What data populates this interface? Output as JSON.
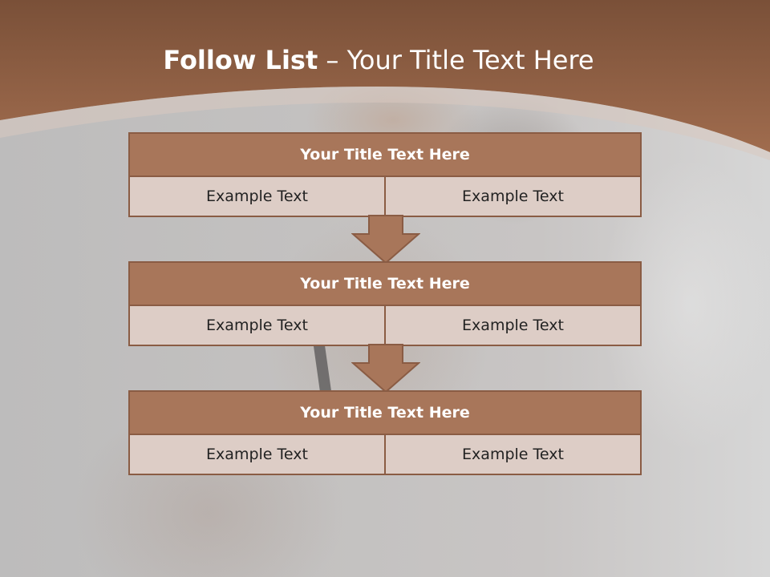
{
  "slide": {
    "title_bold": "Follow List",
    "title_rest": " – Your Title Text Here",
    "accent_color": "#a8765a",
    "border_color": "#8a5c44",
    "cell_color": "#ddcdc6"
  },
  "steps": [
    {
      "title": "Your Title Text Here",
      "left": "Example Text",
      "right": "Example Text"
    },
    {
      "title": "Your Title Text Here",
      "left": "Example Text",
      "right": "Example Text"
    },
    {
      "title": "Your Title Text Here",
      "left": "Example Text",
      "right": "Example Text"
    }
  ]
}
